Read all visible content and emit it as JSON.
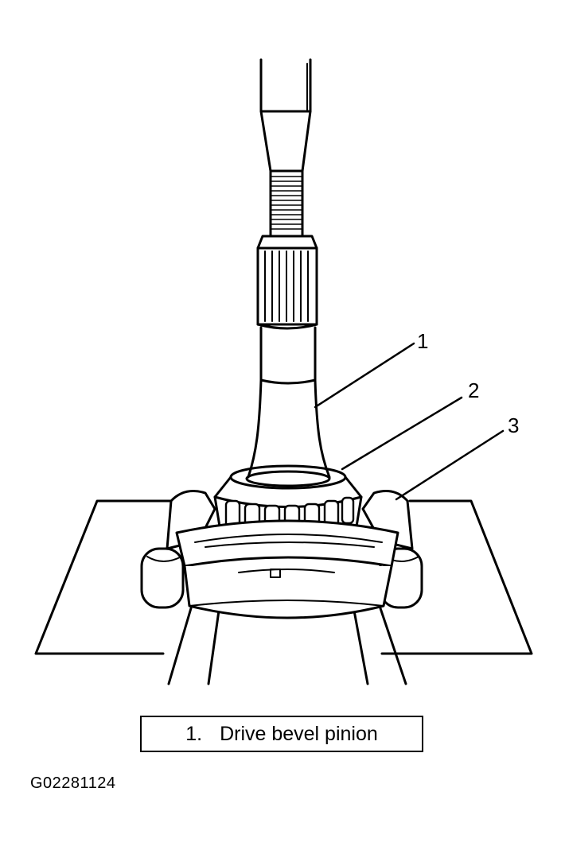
{
  "callouts": [
    {
      "number": "1"
    },
    {
      "number": "2"
    },
    {
      "number": "3"
    }
  ],
  "legend": {
    "number": "1.",
    "label": "Drive bevel pinion"
  },
  "figure_id": "G02281124",
  "colors": {
    "ink": "#000000",
    "paper": "#ffffff"
  }
}
